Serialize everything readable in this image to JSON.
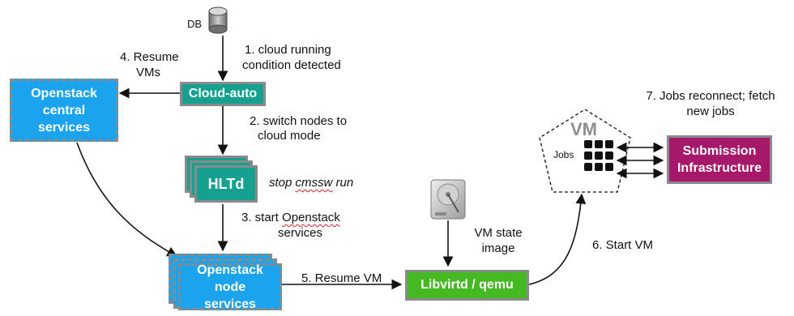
{
  "colors": {
    "teal": "#16a08f",
    "blue": "#1ba3ee",
    "green": "#45b922",
    "magenta": "#a5186a",
    "border_gray": "#8a8a8a",
    "arrow": "#111111"
  },
  "nodes": {
    "db": {
      "label": "DB",
      "icon": "database-cylinder-icon"
    },
    "cloud_auto": {
      "label": "Cloud-auto"
    },
    "openstack_central": {
      "label": "Openstack central services"
    },
    "hltd": {
      "label": "HLTd"
    },
    "openstack_node": {
      "label": "Openstack node services"
    },
    "libvirtd": {
      "label": "Libvirtd / qemu"
    },
    "hard_drive": {
      "icon": "hard-drive-icon"
    },
    "vm": {
      "label": "VM",
      "jobs_label": "Jobs",
      "shape": "dashed-pentagon"
    },
    "submission": {
      "label": "Submission Infrastructure"
    }
  },
  "steps": {
    "s1_line1": "1. cloud running",
    "s1_line2": "condition detected",
    "s2_line1": "2. switch nodes to",
    "s2_line2": "cloud mode",
    "s3_prefix": "3. start ",
    "s3_word": "Openstack",
    "s3_line2": "services",
    "s4_line1": "4. Resume",
    "s4_line2": "VMs",
    "s5": "5. Resume VM",
    "s6": "6. Start VM",
    "s7_line1": "7. Jobs reconnect; fetch",
    "s7_line2": "new jobs"
  },
  "notes": {
    "stop_prefix": "stop ",
    "stop_word": "cmssw",
    "stop_suffix": " run",
    "vm_state_line1": "VM state",
    "vm_state_line2": "image"
  }
}
